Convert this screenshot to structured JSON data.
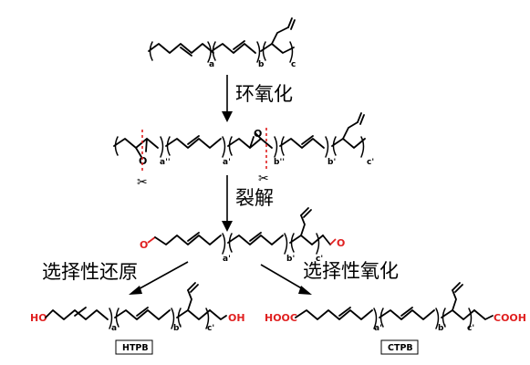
{
  "steps": {
    "epoxidation": "环氧化",
    "cleavage": "裂解",
    "selective_reduction": "选择性还原",
    "selective_oxidation": "选择性氧化"
  },
  "subscripts": {
    "top": [
      "a",
      "b",
      "c"
    ],
    "epoxide": [
      "a''",
      "a'",
      "b''",
      "b'",
      "c'"
    ],
    "aldehyde": [
      "a'",
      "b'",
      "c'"
    ],
    "htpb": [
      "a'",
      "b'",
      "c'"
    ],
    "ctpb": [
      "a'",
      "b'",
      "c'"
    ]
  },
  "atoms": {
    "epoxide_o": "O",
    "aldehyde_o_left": "O",
    "aldehyde_o_right": "O",
    "hydroxyl_left": "HO",
    "hydroxyl_right": "OH",
    "carboxyl_left": "HOOC",
    "carboxyl_right": "COOH"
  },
  "products": {
    "htpb": "HTPB",
    "ctpb": "CTPB"
  },
  "colors": {
    "bond": "#000000",
    "end_group": "#e02020"
  },
  "icons": [
    "scissors-icon",
    "scissors-icon"
  ]
}
